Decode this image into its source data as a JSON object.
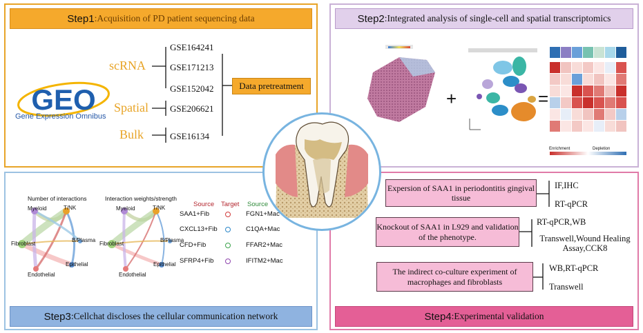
{
  "step1": {
    "title_step": "Step1",
    "title_rest": ":Acquisition of PD patient sequencing data",
    "logo_text": "GEO",
    "logo_subtitle": "Gene Expression Omnibus",
    "categories": {
      "scrna": {
        "label": "scRNA",
        "accessions": [
          "GSE164241",
          "GSE171213",
          "GSE152042"
        ]
      },
      "spatial": {
        "label": "Spatial",
        "accessions": [
          "GSE206621"
        ]
      },
      "bulk": {
        "label": "Bulk",
        "accessions": [
          "GSE16134"
        ]
      }
    },
    "pretreatment": "Data pretreatment"
  },
  "step2": {
    "title_step": "Step2",
    "title_rest": ":Integrated analysis of single-cell and spatial transcriptomics",
    "plus": "+",
    "equals": "=",
    "heatmap_legend_left": "Enrichment",
    "heatmap_legend_right": "Depletion",
    "colors": {
      "tissue": "#b56d94",
      "umap": [
        "#e58b2b",
        "#2c8ec8",
        "#7a56b3",
        "#3bb6a5",
        "#b9a6d9",
        "#7fc6e6",
        "#d9a441",
        "#9b59b6"
      ],
      "heatmap_red": "#c9302c",
      "heatmap_blue": "#2f6fb3"
    }
  },
  "step3": {
    "title_step": "Step3",
    "title_rest": ":Cellchat discloses the cellular communication network",
    "network1_title": "Number of interactions",
    "network2_title": "Interaction weights/strength",
    "nodes": [
      "Myeloid",
      "T/NK",
      "B/Plasma",
      "Epithelial",
      "Endothelial",
      "Fibroblast"
    ],
    "headers": {
      "source_left": "Source",
      "target": "Target",
      "source_right": "Source"
    },
    "lr_pairs": [
      {
        "left": "SAA1+Fib",
        "right": "FGN1+Mac",
        "dot": "#d13a3a"
      },
      {
        "left": "CXCL13+Fib",
        "right": "C1QA+Mac",
        "dot": "#2a86c8"
      },
      {
        "left": "CFD+Fib",
        "right": "FFAR2+Mac",
        "dot": "#3aa24a"
      },
      {
        "left": "SFRP4+Fib",
        "right": "IFITM2+Mac",
        "dot": "#8e44ad"
      }
    ]
  },
  "step4": {
    "title_step": "Step4",
    "title_rest": ":Experimental validation",
    "experiments": [
      {
        "box": "Expersion of SAA1 in periodontitis gingival tissue",
        "methods": [
          "IF,IHC",
          "RT-qPCR"
        ]
      },
      {
        "box": "Knockout of SAA1 in L929 and validation of the  phenotype.",
        "methods": [
          "RT-qPCR,WB",
          "Transwell,Wound Healing Assay,CCK8"
        ]
      },
      {
        "box": "The indirect co-culture experiment of macrophages and fibroblasts",
        "methods": [
          "WB,RT-qPCR",
          "Transwell"
        ]
      }
    ]
  }
}
